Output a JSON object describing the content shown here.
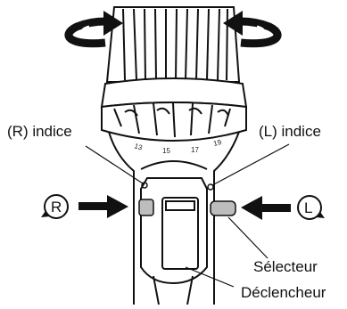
{
  "figure": {
    "labels": {
      "r_indice": "(R) indice",
      "l_indice": "(L) indice",
      "r_symbol": "R",
      "l_symbol": "L",
      "selecteur": "Sélecteur",
      "declencheur": "Déclencheur"
    },
    "clutch_ticks": [
      "13",
      "15",
      "17",
      "19"
    ],
    "icons": [
      "rotation-arrow-left-icon",
      "rotation-arrow-right-icon",
      "push-arrow-icon"
    ],
    "colors": {
      "ink": "#111111",
      "selector_fill": "#bdbdbd",
      "background": "#ffffff"
    }
  }
}
